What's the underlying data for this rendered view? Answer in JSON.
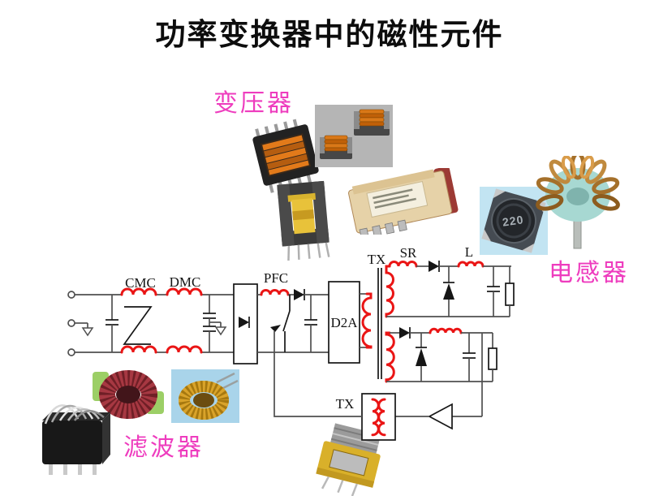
{
  "slide": {
    "title": "功率变换器中的磁性元件",
    "annotations": {
      "transformer": "变压器",
      "inductor": "电感器",
      "filter": "滤波器"
    }
  },
  "circuit": {
    "labels": {
      "cmc": "CMC",
      "dmc": "DMC",
      "pfc": "PFC",
      "converter_box": "D2A",
      "main_transformer": "TX",
      "sr": "SR",
      "output_inductor": "L",
      "drive_transformer": "TX"
    }
  },
  "photos": {
    "smd_inductor": {
      "marking": "220"
    }
  },
  "colors": {
    "annotation_pink": "#ee3cbe",
    "winding_red": "#ea1515",
    "wire_gray": "#4f4f4f"
  }
}
